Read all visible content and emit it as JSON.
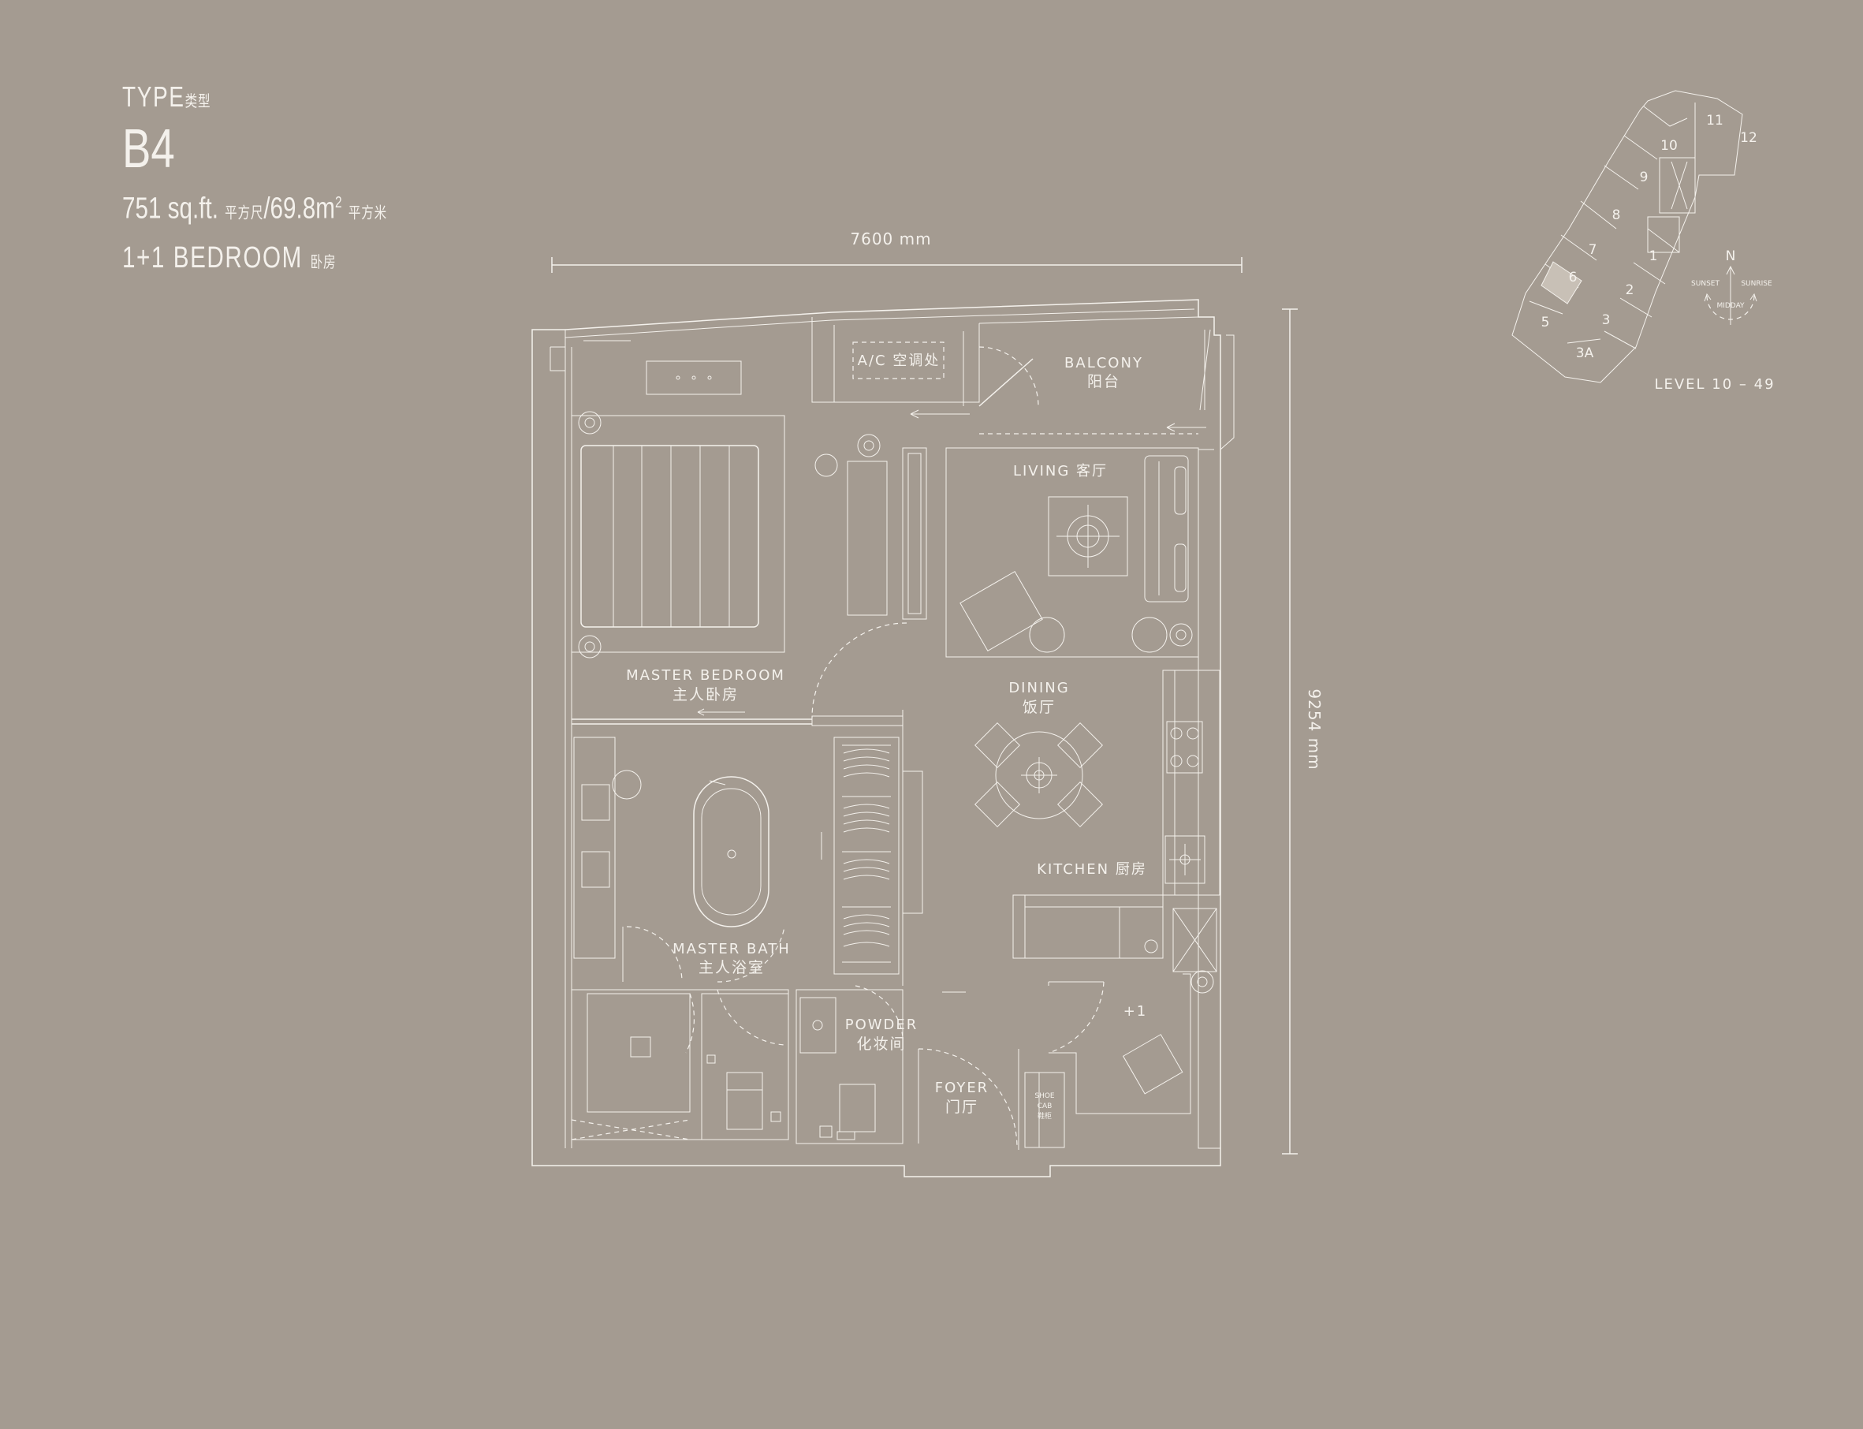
{
  "unit": {
    "type_label": "TYPE",
    "type_label_cn": "类型",
    "code": "B4",
    "sqft": "751 sq.ft.",
    "sqft_cn": "平方尺",
    "separator": "/",
    "sqm": "69.8m",
    "sqm_sup": "2",
    "sqm_cn": "平方米",
    "bedroom": "1+1 BEDROOM",
    "bedroom_cn": "卧房"
  },
  "dimensions": {
    "width": "7600 mm",
    "depth": "9254 mm"
  },
  "rooms": {
    "ac": "A/C 空调处",
    "balcony": "BALCONY",
    "balcony_cn": "阳台",
    "living": "LIVING 客厅",
    "master_bedroom": "MASTER BEDROOM",
    "master_bedroom_cn": "主人卧房",
    "dining": "DINING",
    "dining_cn": "饭厅",
    "kitchen": "KITCHEN 厨房",
    "master_bath": "MASTER BATH",
    "master_bath_cn": "主人浴室",
    "powder": "POWDER",
    "powder_cn": "化妆间",
    "foyer": "FOYER",
    "foyer_cn": "门厅",
    "shoe": "SHOE",
    "cab": "CAB",
    "shoe_cn": "鞋柜",
    "study": "+1"
  },
  "key_plan": {
    "units": [
      "11",
      "12",
      "10",
      "9",
      "8",
      "7",
      "1",
      "6",
      "2",
      "5",
      "3",
      "3A"
    ],
    "level": "LEVEL 10 – 49",
    "compass": {
      "north": "N",
      "sunset": "SUNSET",
      "sunrise": "SUNRISE",
      "midday": "MIDDAY"
    }
  }
}
